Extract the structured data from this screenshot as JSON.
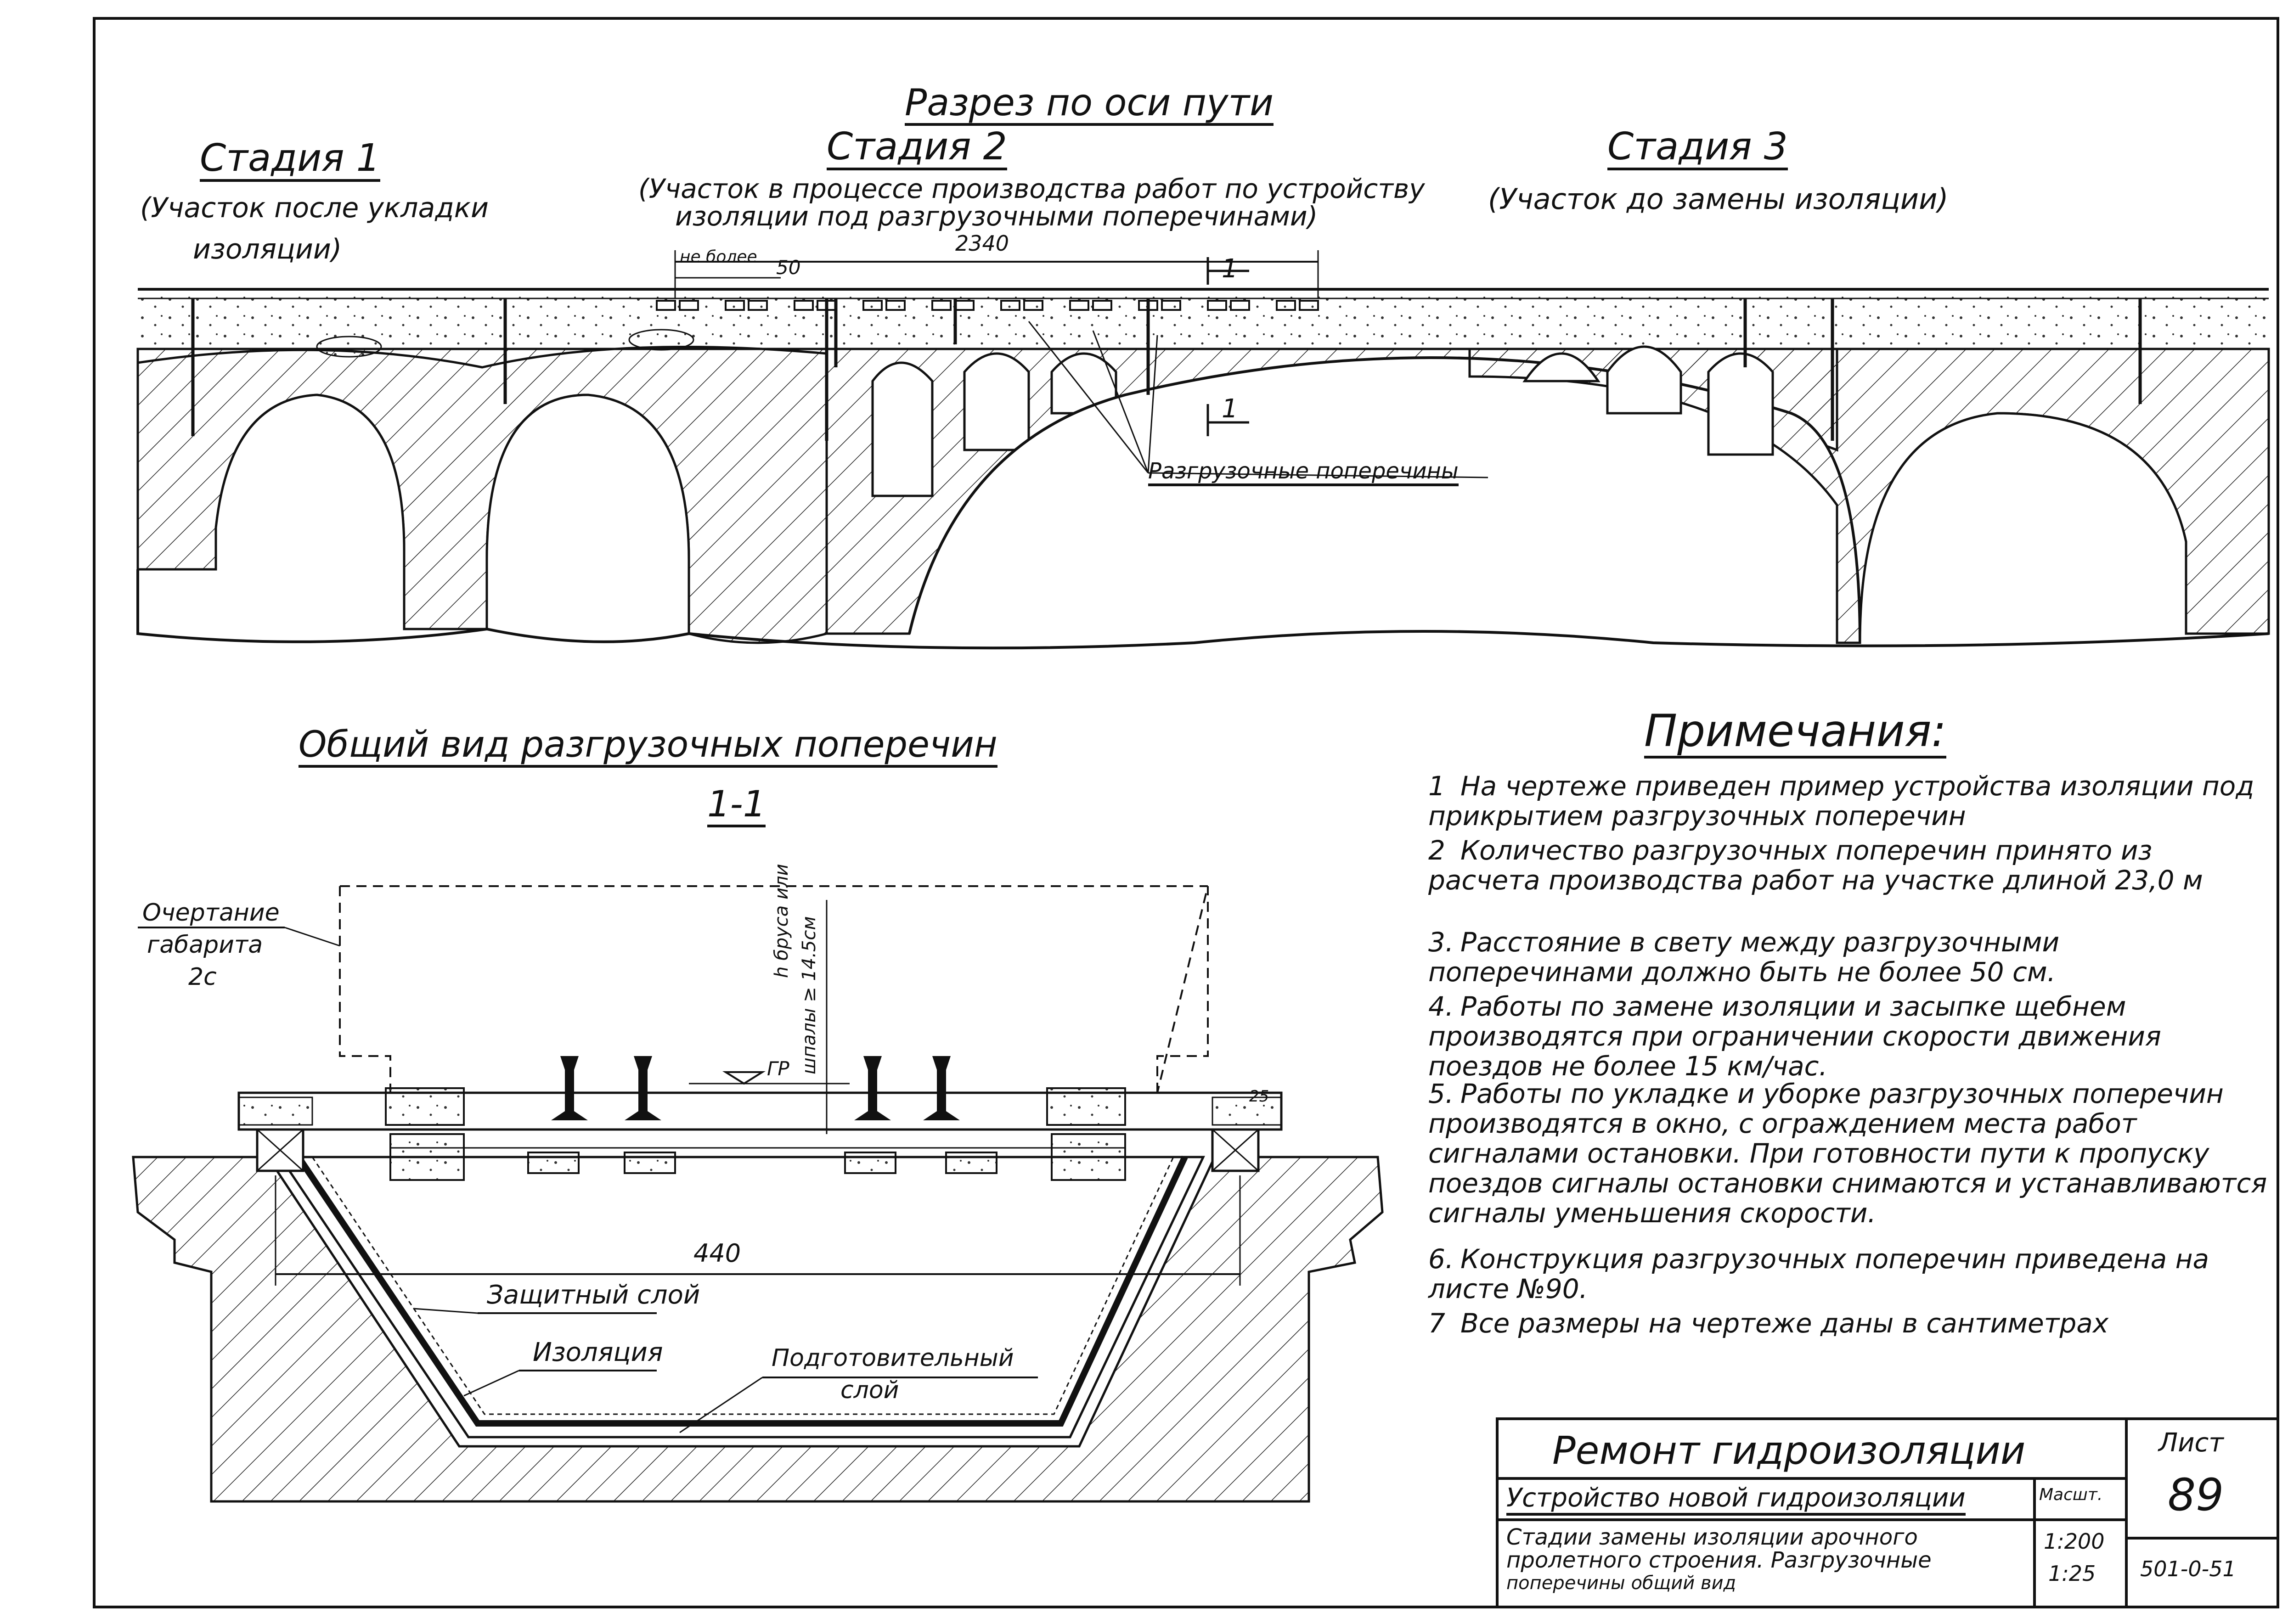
{
  "top_section": {
    "title": "Разрез по оси пути",
    "stage1": {
      "title": "Стадия 1",
      "caption_line1": "(Участок после укладки",
      "caption_line2": "изоляции)"
    },
    "stage2": {
      "title": "Стадия 2",
      "caption_line1": "(Участок в процессе производства работ по устройству",
      "caption_line2": "изоляции под разгрузочными поперечинами)"
    },
    "stage3": {
      "title": "Стадия 3",
      "caption": "(Участок до замены изоляции)"
    },
    "dim_2340": "2340",
    "dim_not_more": "не более",
    "dim_50": "50",
    "section_mark": "1",
    "label_crossbars": "Разгрузочные поперечины"
  },
  "bottom_section": {
    "title": "Общий вид разгрузочных поперечин",
    "subtitle": "1-1",
    "gauge_label_line1": "Очертание",
    "gauge_label_line2": "габарита",
    "gauge_label_line3": "2с",
    "beam_label_line1": "h бруса или",
    "beam_label_line2": "шпалы ≥ 14.5см",
    "rail_level": "ГР",
    "dim_440": "440",
    "dim_25": "25",
    "label_protective": "Защитный слой",
    "label_insulation": "Изоляция",
    "label_prep_line1": "Подготовительный",
    "label_prep_line2": "слой"
  },
  "notes": {
    "title": "Примечания:",
    "items": [
      {
        "num": "1",
        "text": "На чертеже приведен пример устройства изоляции под прикрытием разгрузочных поперечин"
      },
      {
        "num": "2",
        "text": "Количество разгрузочных поперечин принято из расчета производства работ на участке длиной 23,0 м"
      },
      {
        "num": "3.",
        "text": "Расстояние в свету между разгрузочными поперечинами должно быть не более 50 см."
      },
      {
        "num": "4.",
        "text": "Работы по замене изоляции и засыпке щебнем производятся при ограничении скорости движения поездов не более 15 км/час."
      },
      {
        "num": "5.",
        "text": "Работы по укладке и уборке разгрузочных поперечин производятся в окно, с ограждением места работ сигналами остановки. При готовности пути к пропуску поездов сигналы остановки снимаются и устанавливаются сигналы уменьшения скорости."
      },
      {
        "num": "6.",
        "text": "Конструкция разгрузочных поперечин приведена на листе №90."
      },
      {
        "num": "7",
        "text": "Все размеры на чертеже даны в сантиметрах"
      }
    ]
  },
  "title_block": {
    "title": "Ремонт гидроизоляции",
    "subtitle": "Устройство новой гидроизоляции",
    "description_line1": "Стадии замены изоляции арочного",
    "description_line2": "пролетного строения. Разгрузочные",
    "description_line3": "поперечины общий вид",
    "scale_header": "Масшт.",
    "scale1": "1:200",
    "scale2": "1:25",
    "sheet_label": "Лист",
    "sheet_number": "89",
    "code": "501-0-51"
  }
}
